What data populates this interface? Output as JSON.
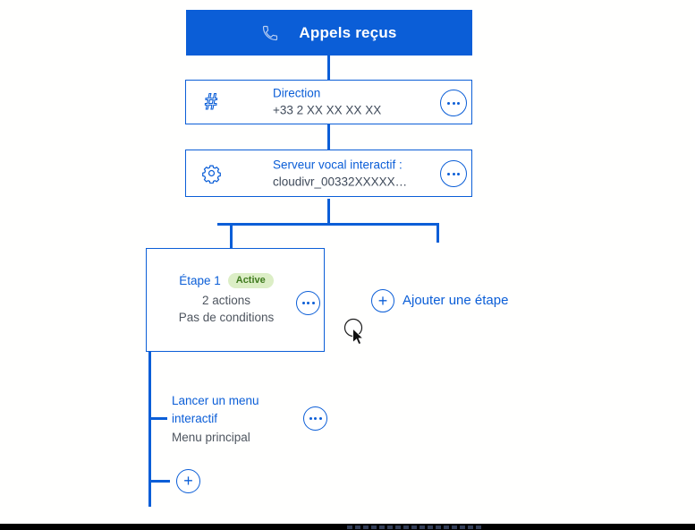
{
  "colors": {
    "accent": "#0B5ED7",
    "canvas_bg": "#FFFFFE",
    "header_text": "#FFFFFF",
    "subtitle_text": "#3F4A5A",
    "muted_text": "#4E555F",
    "badge_bg": "#DCEEC6",
    "badge_text": "#3F7A1E",
    "bottom_bar_bg": "#000000"
  },
  "header": {
    "label": "Appels reçus",
    "icon": "phone-icon"
  },
  "nodes": [
    {
      "icon": "dialpad-hash-icon",
      "title": "Direction",
      "subtitle": "+33 2 XX XX XX XX",
      "menu_icon": "ellipsis-menu-icon"
    },
    {
      "icon": "gear-icon",
      "title": "Serveur vocal interactif :",
      "subtitle": "cloudivr_00332XXXXX…",
      "menu_icon": "ellipsis-menu-icon"
    }
  ],
  "step": {
    "title": "Étape 1",
    "badge": "Active",
    "actions_summary": "2 actions",
    "conditions_summary": "Pas de conditions",
    "menu_icon": "ellipsis-menu-icon"
  },
  "add_step": {
    "label": "Ajouter une étape",
    "icon": "plus-circle-icon"
  },
  "action_item": {
    "title": "Lancer un menu interactif",
    "subtitle": "Menu principal",
    "menu_icon": "ellipsis-menu-icon"
  },
  "add_action": {
    "icon": "plus-circle-icon"
  }
}
